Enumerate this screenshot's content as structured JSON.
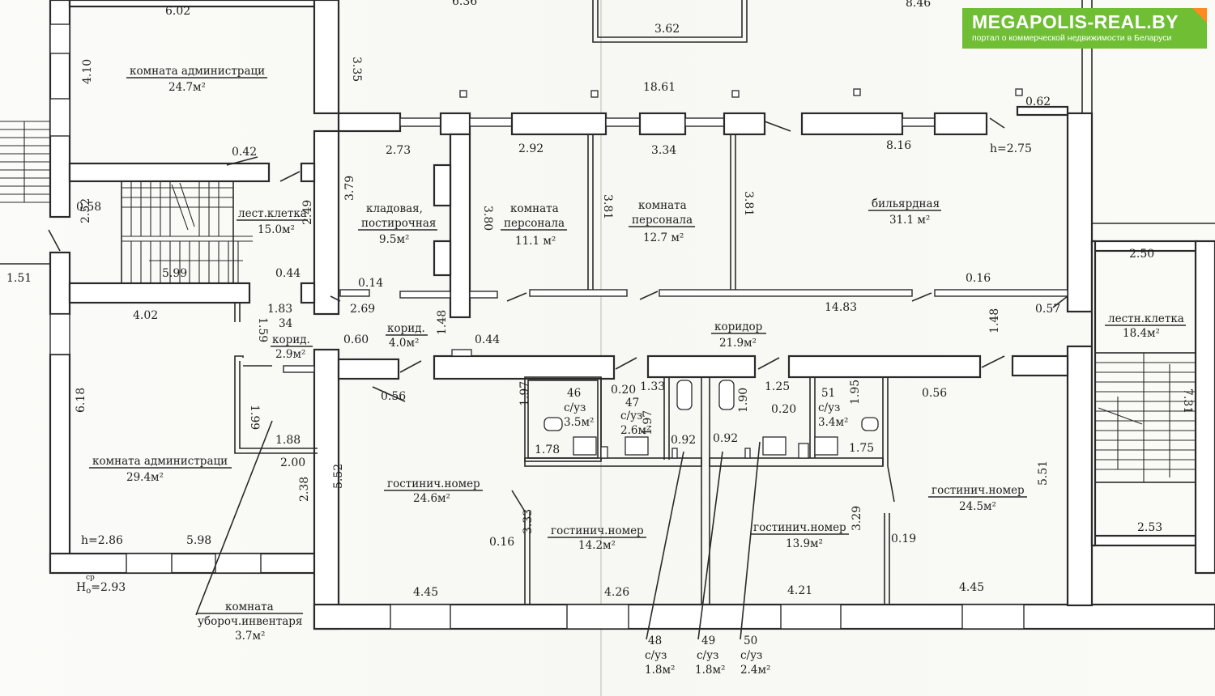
{
  "logo": {
    "brand": "MEGAPOLIS-REAL.BY",
    "tagline": "портал о коммерческой недвижимости в Беларуси",
    "accent_color": "#6fbe34",
    "corner_color": "#ff8a1f"
  },
  "rooms": {
    "admin_top": {
      "name": "комната администраци",
      "area": "24.7м²"
    },
    "stair_left": {
      "name": "лест.клетка",
      "area": "15.0м²"
    },
    "storage": {
      "name1": "кладовая,",
      "name2": "постирочная",
      "area": "9.5м²"
    },
    "staff1": {
      "name1": "комната",
      "name2": "персонала",
      "area": "11.1 м²"
    },
    "staff2": {
      "name1": "комната",
      "name2": "персонала",
      "area": "12.7 м²"
    },
    "billiard": {
      "name": "бильярдная",
      "area": "31.1 м²"
    },
    "stair_right": {
      "name": "лестн.клетка",
      "area": "18.4м²"
    },
    "corridor": {
      "name": "коридор",
      "area": "21.9м²"
    },
    "corr_small1": {
      "name": "корид.",
      "area": "4.0м²"
    },
    "corr_small2": {
      "number": "34",
      "name": "корид.",
      "area": "2.9м²"
    },
    "admin_bottom": {
      "name": "комната администраци",
      "area": "29.4м²"
    },
    "cleaning": {
      "name1": "комната",
      "name2": "убороч.инвентаря",
      "area": "3.7м²"
    },
    "hotel1": {
      "name": "гостинич.номер",
      "area": "24.6м²"
    },
    "hotel2": {
      "name": "гостинич.номер",
      "area": "14.2м²"
    },
    "hotel3": {
      "name": "гостинич.номер",
      "area": "13.9м²"
    },
    "hotel4": {
      "name": "гостинич.номер",
      "area": "24.5м²"
    },
    "wc46": {
      "number": "46",
      "name": "с/уз",
      "area": "3.5м²"
    },
    "wc47": {
      "number": "47",
      "name": "с/уз",
      "area": "2.6м²"
    },
    "wc51": {
      "number": "51",
      "name": "с/уз",
      "area": "3.4м²"
    },
    "wc48": {
      "number": "48",
      "name": "с/уз",
      "area": "1.8м²"
    },
    "wc49": {
      "number": "49",
      "name": "с/уз",
      "area": "1.8м²"
    },
    "wc50": {
      "number": "50",
      "name": "с/уз",
      "area": "2.4м²"
    }
  },
  "heights": {
    "h1": "h=2.75",
    "h2": "h=2.86",
    "h3": "2.93",
    "h3_prefix": "H",
    "h3_sub": "o",
    "h3_sup": "cp"
  },
  "dims": {
    "d6_02": "6.02",
    "d6_36": "6.36",
    "d3_62": "3.62",
    "d8_46": "8.46",
    "d4_10": "4.10",
    "d3_35": "3.35",
    "d18_61": "18.61",
    "d0_62": "0.62",
    "d2_73": "2.73",
    "d2_92": "2.92",
    "d3_34": "3.34",
    "d8_16": "8.16",
    "d0_42": "0.42",
    "d0_58": "0.58",
    "d3_79": "3.79",
    "d3_80": "3.80",
    "d3_81a": "3.81",
    "d3_81b": "3.81",
    "d2_52": "2.52",
    "d2_49": "2.49",
    "d1_51": "1.51",
    "d5_99": "5.99",
    "d2_50": "2.50",
    "d0_44a": "0.44",
    "d0_14": "0.14",
    "d0_16a": "0.16",
    "d4_02": "4.02",
    "d1_83": "1.83",
    "d2_69": "2.69",
    "d14_83": "14.83",
    "d0_57": "0.57",
    "d1_59": "1.59",
    "d1_48a": "1.48",
    "d1_48b": "1.48",
    "d0_60": "0.60",
    "d0_44b": "0.44",
    "d0_56a": "0.56",
    "d0_56b": "0.56",
    "d0_20a": "0.20",
    "d1_33": "1.33",
    "d1_25": "1.25",
    "d0_20b": "0.20",
    "d1_97a": "1.97",
    "d1_97b": "1.97",
    "d1_90": "1.90",
    "d1_95": "1.95",
    "d6_18": "6.18",
    "d1_99": "1.99",
    "d1_78": "1.78",
    "d1_75": "1.75",
    "d0_92a": "0.92",
    "d0_92b": "0.92",
    "d1_88": "1.88",
    "d2_00": "2.00",
    "d5_52": "5.52",
    "d5_51": "5.51",
    "d7_31": "7.31",
    "d2_38": "2.38",
    "d3_33": "3.33",
    "d3_29": "3.29",
    "d0_16b": "0.16",
    "d0_19": "0.19",
    "d5_98": "5.98",
    "d2_53": "2.53",
    "d4_45a": "4.45",
    "d4_26": "4.26",
    "d4_21": "4.21",
    "d4_45b": "4.45"
  }
}
